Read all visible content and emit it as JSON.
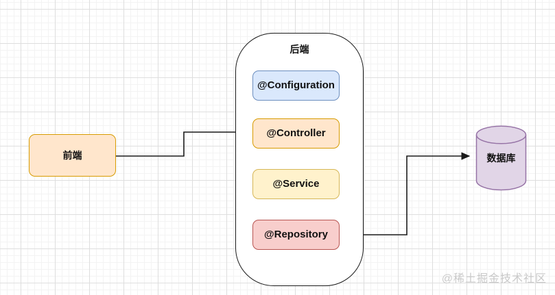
{
  "diagram": {
    "frontend": {
      "label": "前端",
      "fill": "#FFE6CC",
      "border": "#D79B00"
    },
    "backend": {
      "title": "后端",
      "container_fill": "#FFFFFF",
      "container_border": "#1A1A1A",
      "annotations": [
        {
          "id": "configuration",
          "label": "@Configuration",
          "fill": "#DAE8FC",
          "border": "#6C8EBF"
        },
        {
          "id": "controller",
          "label": "@Controller",
          "fill": "#FFE6CC",
          "border": "#D79B00"
        },
        {
          "id": "service",
          "label": "@Service",
          "fill": "#FFF2CC",
          "border": "#D6B656"
        },
        {
          "id": "repository",
          "label": "@Repository",
          "fill": "#F8CECC",
          "border": "#B85450"
        }
      ]
    },
    "database": {
      "label": "数据库",
      "fill": "#E1D5E7",
      "border": "#9673A6"
    },
    "connectors": [
      {
        "from": "前端",
        "to": "@Controller",
        "arrowhead": true
      },
      {
        "from": "@Controller",
        "to": "@Service",
        "arrowhead": false
      },
      {
        "from": "@Service",
        "to": "@Repository",
        "arrowhead": true
      },
      {
        "from": "@Repository",
        "to": "数据库",
        "arrowhead": true
      }
    ],
    "connector_color": "#1A1A1A",
    "watermark": "@稀土掘金技术社区"
  }
}
